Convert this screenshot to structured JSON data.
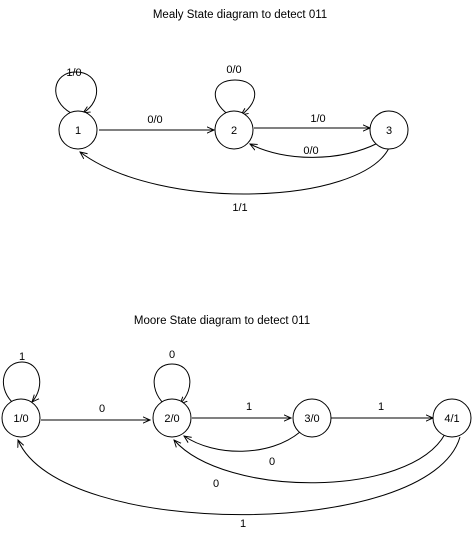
{
  "mealy": {
    "title": "Mealy State diagram to detect 011",
    "states": [
      {
        "id": "m1",
        "label": "1"
      },
      {
        "id": "m2",
        "label": "2"
      },
      {
        "id": "m3",
        "label": "3"
      }
    ],
    "transitions": [
      {
        "id": "m1-self",
        "label": "1/0"
      },
      {
        "id": "m2-self",
        "label": "0/0"
      },
      {
        "id": "m1-m2",
        "label": "0/0"
      },
      {
        "id": "m2-m3",
        "label": "1/0"
      },
      {
        "id": "m3-m2",
        "label": "0/0"
      },
      {
        "id": "m3-m1",
        "label": "1/1"
      }
    ]
  },
  "moore": {
    "title": "Moore State diagram to detect 011",
    "states": [
      {
        "id": "s1",
        "label": "1/0"
      },
      {
        "id": "s2",
        "label": "2/0"
      },
      {
        "id": "s3",
        "label": "3/0"
      },
      {
        "id": "s4",
        "label": "4/1"
      }
    ],
    "transitions": [
      {
        "id": "s1-self",
        "label": "1"
      },
      {
        "id": "s2-self",
        "label": "0"
      },
      {
        "id": "s1-s2",
        "label": "0"
      },
      {
        "id": "s2-s3",
        "label": "1"
      },
      {
        "id": "s3-s4",
        "label": "1"
      },
      {
        "id": "s3-s2",
        "label": "0"
      },
      {
        "id": "s4-s2",
        "label": "0"
      },
      {
        "id": "s4-s1",
        "label": "1"
      }
    ]
  }
}
